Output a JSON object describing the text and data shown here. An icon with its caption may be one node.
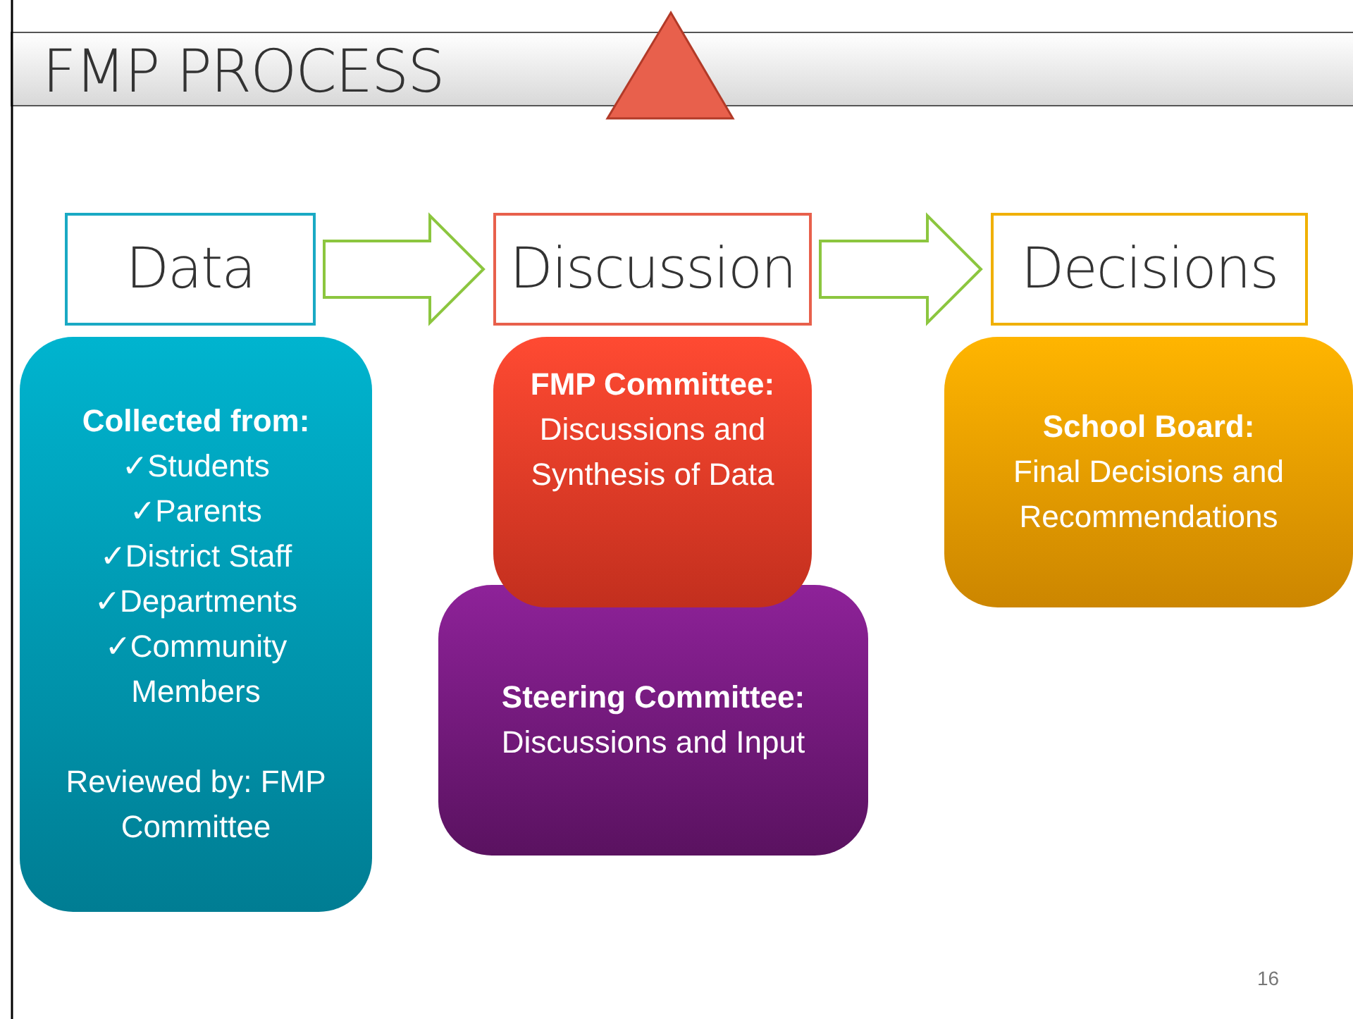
{
  "diagram": {
    "title": "FMP PROCESS",
    "nodes": [
      {
        "text": [
          "Data"
        ]
      },
      {
        "text": [
          "Discussion"
        ]
      },
      {
        "text": [
          "Decisions"
        ]
      },
      {
        "text": [
          "Collected from:",
          "✓Students",
          "✓Parents",
          "✓District Staff",
          "✓Departments",
          "✓Community Members",
          "Reviewed by: FMP Committee"
        ]
      },
      {
        "text": [
          "FMP Committee:",
          "Discussions and Synthesis of Data"
        ]
      },
      {
        "text": [
          "Steering Committee:",
          "Discussions and Input"
        ]
      },
      {
        "text": [
          "School Board:",
          "Final Decisions and Recommendations"
        ]
      }
    ],
    "edges": [
      {
        "from": 0,
        "to": 1,
        "arrow": "to"
      },
      {
        "from": 1,
        "to": 2,
        "arrow": "to"
      }
    ],
    "labels": [
      "16"
    ]
  }
}
